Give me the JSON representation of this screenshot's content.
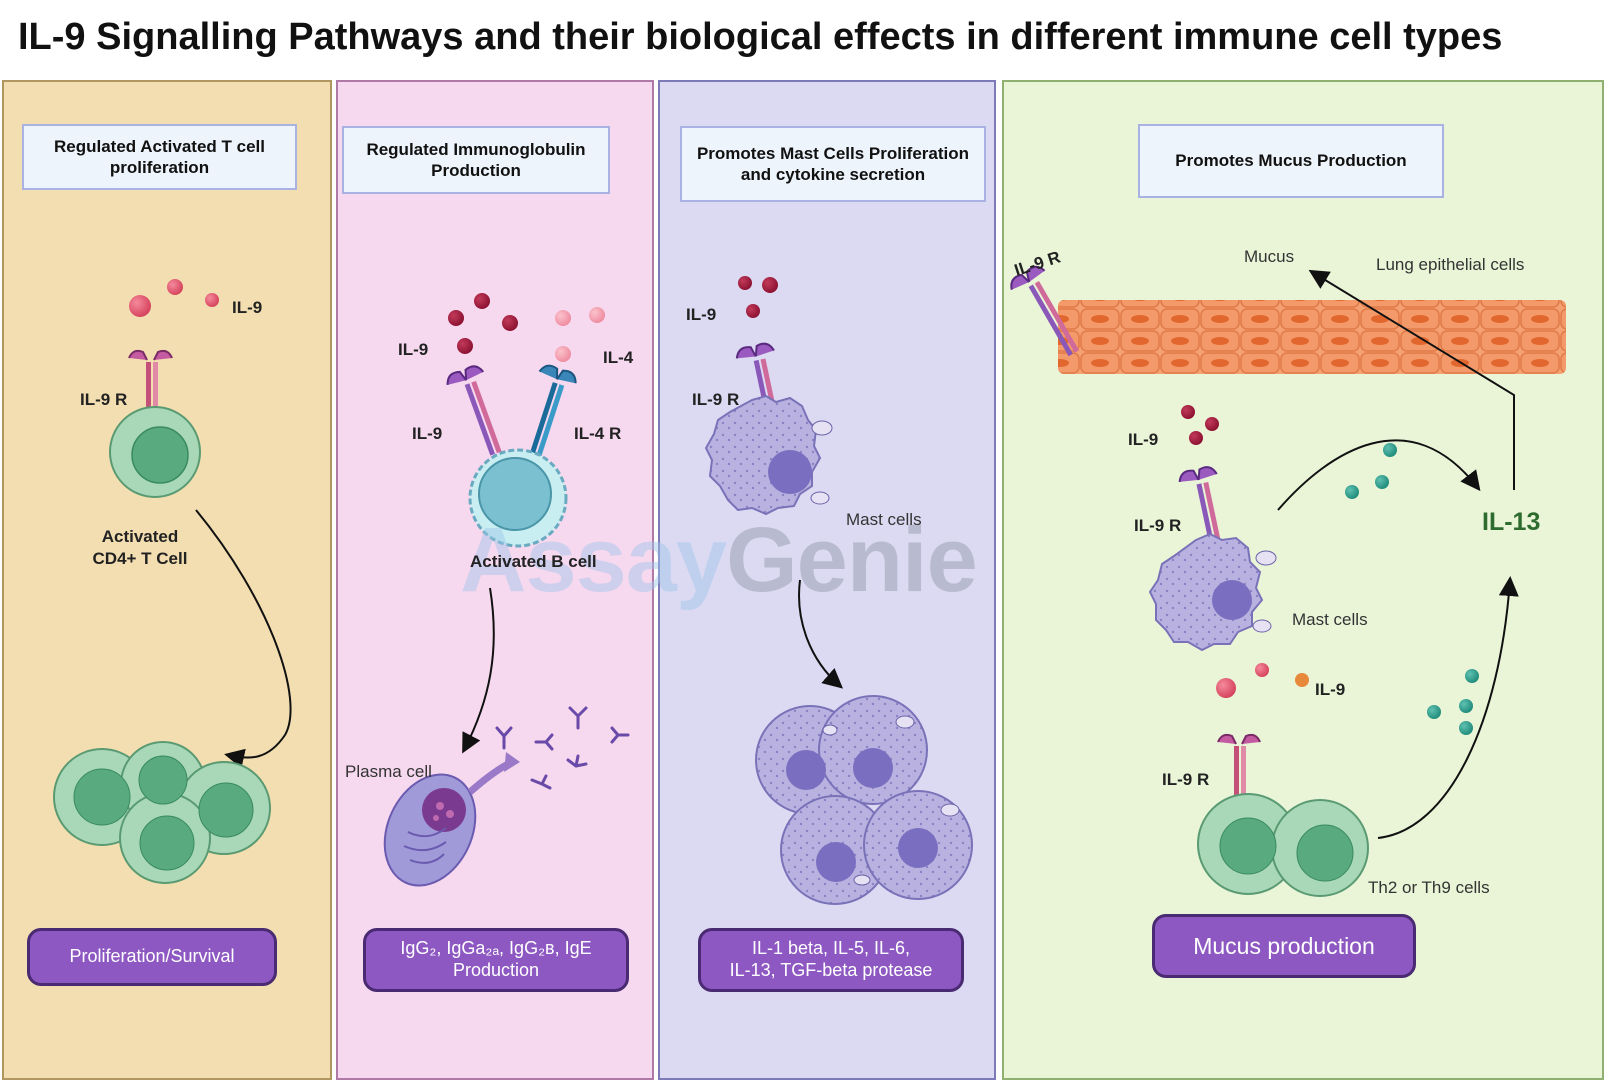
{
  "title": "IL-9 Signalling Pathways and their biological effects in different immune cell types",
  "colors": {
    "panel_1": "#f2deb0",
    "panel_2": "#f6d8ef",
    "panel_3": "#dcdaf2",
    "panel_4": "#eaf5d8",
    "result_pill": "#8e58c2",
    "il13": "#2e6b2e"
  },
  "watermark": {
    "part1": "Assay",
    "part2": "Genie"
  },
  "panels": [
    {
      "header": "Regulated Activated T cell proliferation",
      "labels": {
        "il9": "IL-9",
        "il9r": "IL-9 R",
        "cell": "Activated CD4+ T Cell"
      },
      "result": "Proliferation/Survival"
    },
    {
      "header": "Regulated Immunoglobulin Production",
      "labels": {
        "il9_top": "IL-9",
        "il4": "IL-4",
        "il9_receptor": "IL-9",
        "il4r": "IL-4 R",
        "cell": "Activated B cell",
        "plasma": "Plasma cell"
      },
      "result": {
        "line1": "IgG₂, IgGa₂ₐ, IgG₂ʙ, IgE",
        "line2": "Production"
      }
    },
    {
      "header": "Promotes Mast Cells Proliferation and cytokine secretion",
      "labels": {
        "il9": "IL-9",
        "il9r": "IL-9 R",
        "cell": "Mast cells"
      },
      "result": {
        "line1": "IL-1 beta, IL-5, IL-6,",
        "line2": "IL-13, TGF-beta protease"
      }
    },
    {
      "header": "Promotes Mucus Production",
      "labels": {
        "il9r_epi": "IL-9 R",
        "mucus": "Mucus",
        "epithelial": "Lung epithelial cells",
        "il9_mast": "IL-9",
        "il9r_mast": "IL-9 R",
        "mast": "Mast cells",
        "il13": "IL-13",
        "il9_th": "IL-9",
        "il9r_th": "IL-9 R",
        "th": "Th2 or Th9 cells"
      },
      "result": "Mucus production"
    }
  ]
}
